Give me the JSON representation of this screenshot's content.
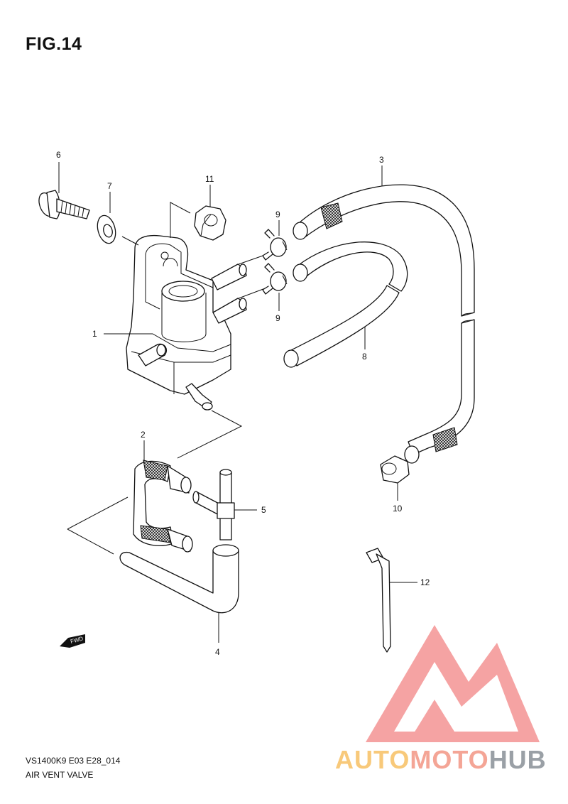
{
  "figure": {
    "title": "FIG.14",
    "code": "VS1400K9 E03 E28_014",
    "name": "AIR VENT VALVE"
  },
  "callouts": {
    "p1": "1",
    "p2": "2",
    "p3": "3",
    "p4": "4",
    "p5": "5",
    "p6": "6",
    "p7": "7",
    "p8": "8",
    "p9a": "9",
    "p9b": "9",
    "p10": "10",
    "p11": "11",
    "p12": "12"
  },
  "fwd_label": "FWD",
  "watermark": {
    "part1": "AUTO",
    "part2": "MOTO",
    "part3": "HUB",
    "colors": [
      "#f8c97a",
      "#f4a596",
      "#9aa0a6"
    ]
  },
  "colors": {
    "line": "#111111",
    "background": "#ffffff",
    "logo": "#f59a9a"
  }
}
